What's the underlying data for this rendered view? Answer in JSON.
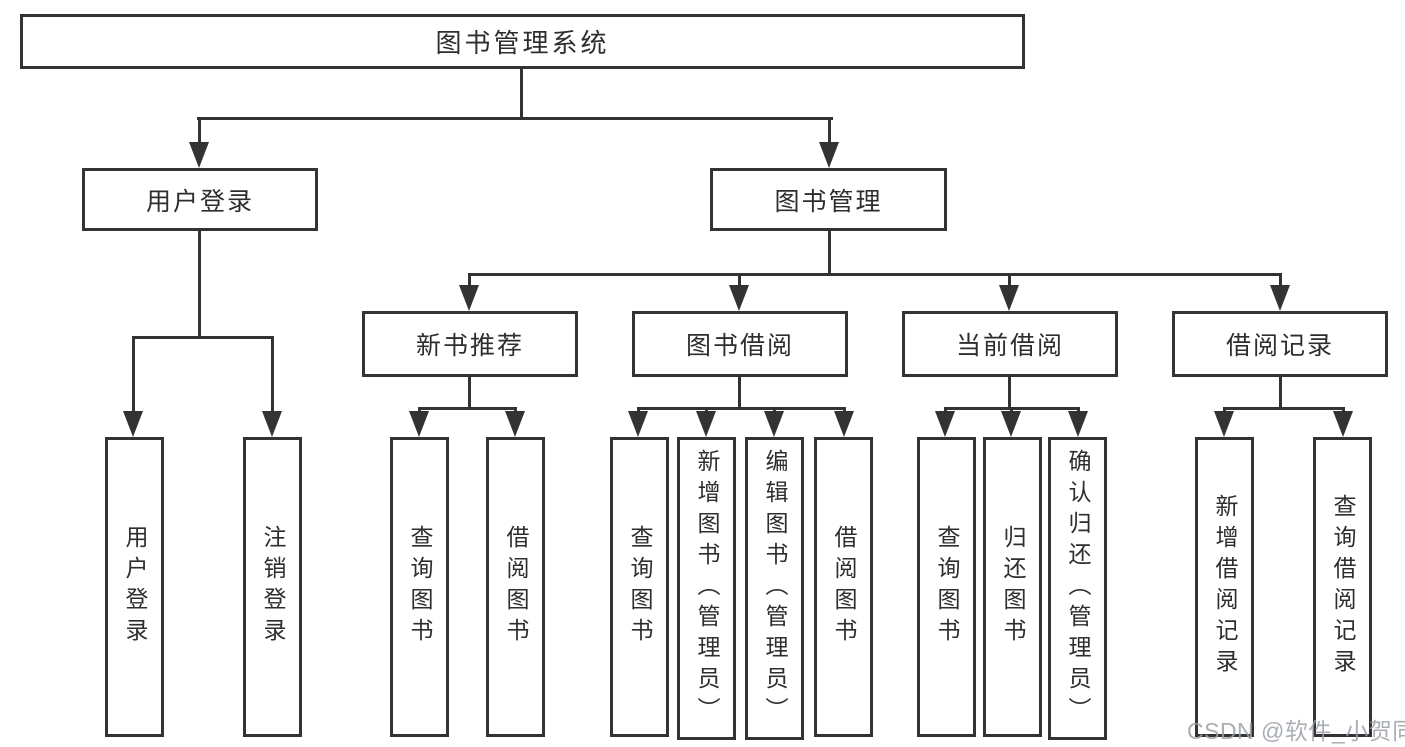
{
  "root": {
    "label": "图书管理系统"
  },
  "level2": [
    {
      "label": "用户登录"
    },
    {
      "label": "图书管理"
    }
  ],
  "level3": [
    {
      "label": "新书推荐"
    },
    {
      "label": "图书借阅"
    },
    {
      "label": "当前借阅"
    },
    {
      "label": "借阅记录"
    }
  ],
  "leaves": [
    {
      "label": "用户登录"
    },
    {
      "label": "注销登录"
    },
    {
      "label": "查询图书"
    },
    {
      "label": "借阅图书"
    },
    {
      "label": "查询图书"
    },
    {
      "label": "新增图书（管理员）"
    },
    {
      "label": "编辑图书（管理员）"
    },
    {
      "label": "借阅图书"
    },
    {
      "label": "查询图书"
    },
    {
      "label": "归还图书"
    },
    {
      "label": "确认归还（管理员）"
    },
    {
      "label": "新增借阅记录"
    },
    {
      "label": "查询借阅记录"
    }
  ],
  "watermark": {
    "text": "CSDN @软件_小贺同学"
  },
  "colors": {
    "line": "#333333",
    "text": "#2e2e2e",
    "background": "#ffffff",
    "watermark": "#9ba1a8"
  }
}
